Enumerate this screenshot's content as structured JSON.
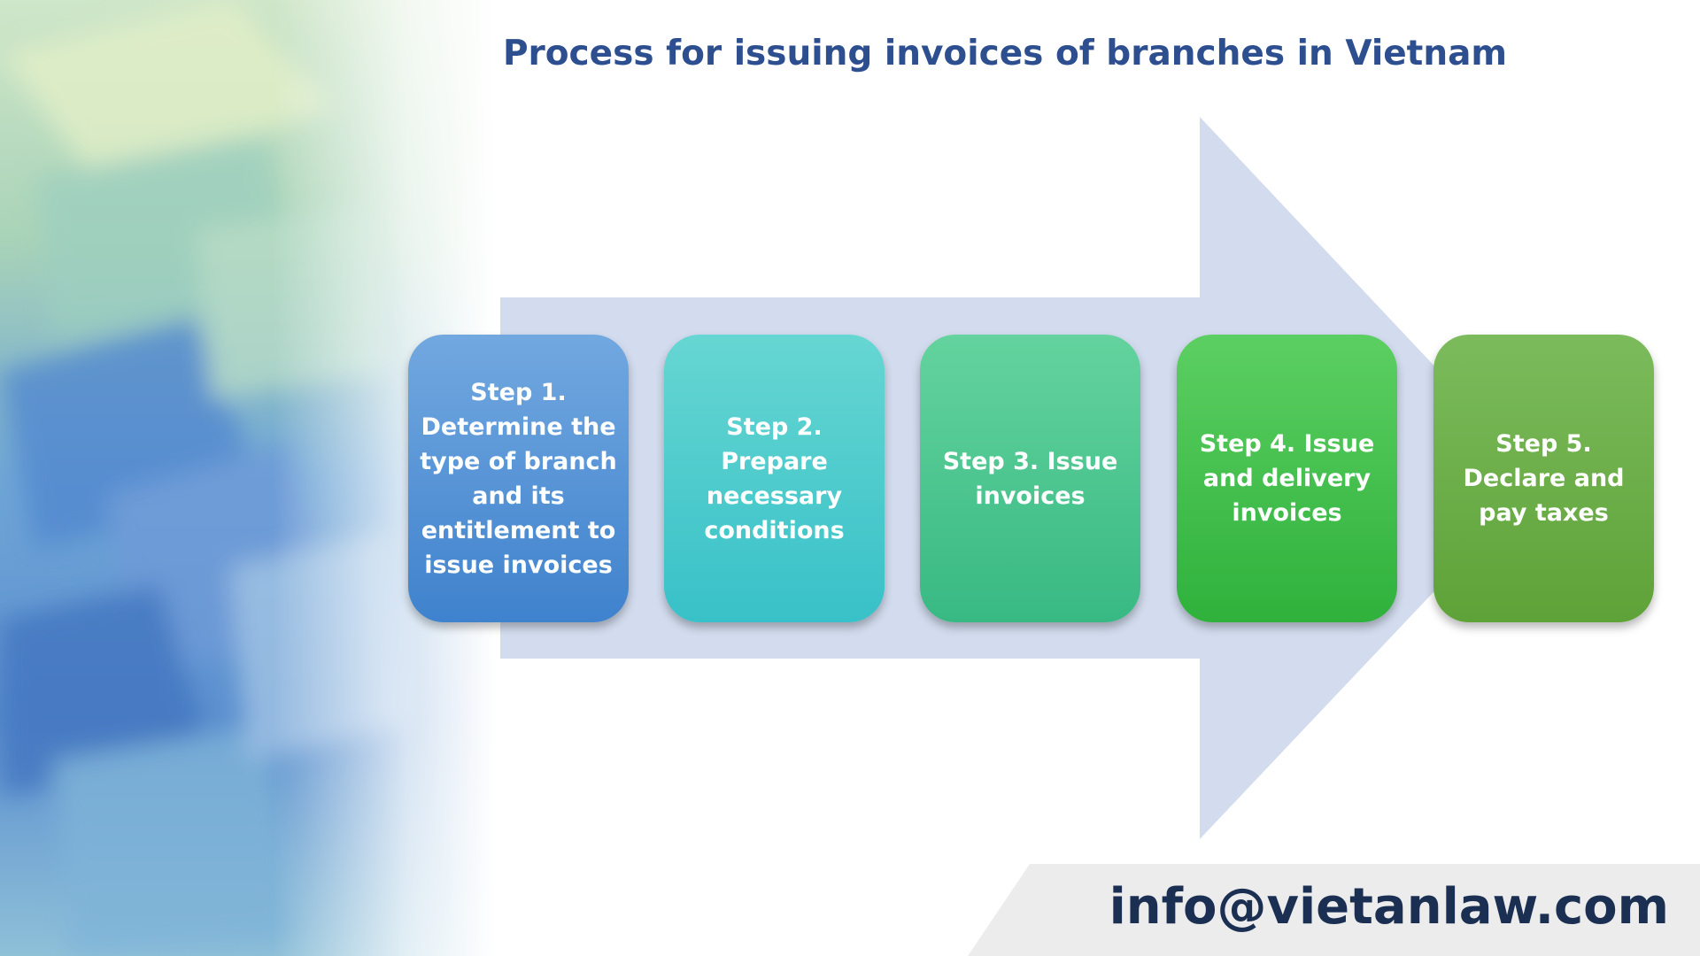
{
  "title": "Process for issuing invoices of branches in Vietnam",
  "steps": [
    {
      "label": "Step 1. Determine the type of branch and its entitlement to issue invoices",
      "color_top": "#72a8e0",
      "color_bottom": "#3f82cd"
    },
    {
      "label": "Step 2. Prepare necessary conditions",
      "color_top": "#66d6d2",
      "color_bottom": "#38c1c8"
    },
    {
      "label": "Step 3. Issue invoices",
      "color_top": "#64d39e",
      "color_bottom": "#38b983"
    },
    {
      "label": "Step 4. Issue and delivery invoices",
      "color_top": "#5ccf62",
      "color_bottom": "#2fb13c"
    },
    {
      "label": "Step 5. Declare and pay taxes",
      "color_top": "#7cbb5c",
      "color_bottom": "#5ea238"
    }
  ],
  "footer": {
    "email": "info@vietanlaw.com"
  },
  "colors": {
    "title": "#2e4f8f",
    "arrow": "#d2dcee",
    "footer_band": "#ececec",
    "email": "#1b2f52"
  }
}
